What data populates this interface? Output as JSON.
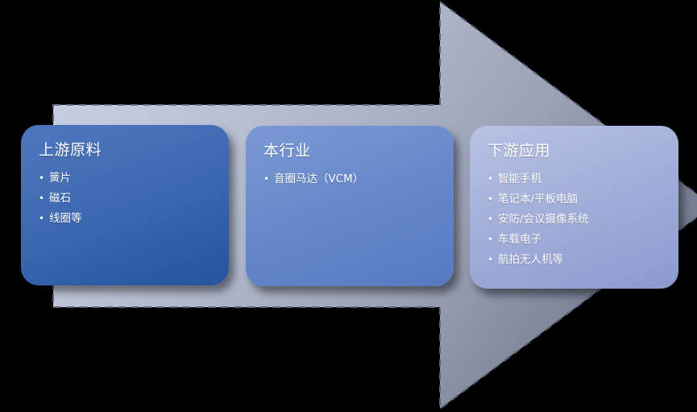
{
  "diagram": {
    "type": "process-chevron",
    "title": "",
    "background_color": "#000000",
    "arrow": {
      "name": "right-pointing-chevron-arrow",
      "fill_start_color": "#c9cfe2",
      "fill_end_color": "#7b8296",
      "outline_style": "dashed",
      "outline_color": "#5d6477",
      "direction": "right"
    },
    "stages": [
      {
        "id": "upstream",
        "title": "上游原料",
        "accent_color": "#3967b0",
        "items": [
          "簧片",
          "磁石",
          "线圈等"
        ]
      },
      {
        "id": "industry",
        "title": "本行业",
        "accent_color": "#6585c9",
        "items": [
          "音圈马达（VCM）"
        ]
      },
      {
        "id": "downstream",
        "title": "下游应用",
        "accent_color": "#9fabd8",
        "items": [
          "智能手机",
          "笔记本/平板电脑",
          "安防/会议摄像系统",
          "车载电子",
          "航拍无人机等"
        ]
      }
    ]
  }
}
